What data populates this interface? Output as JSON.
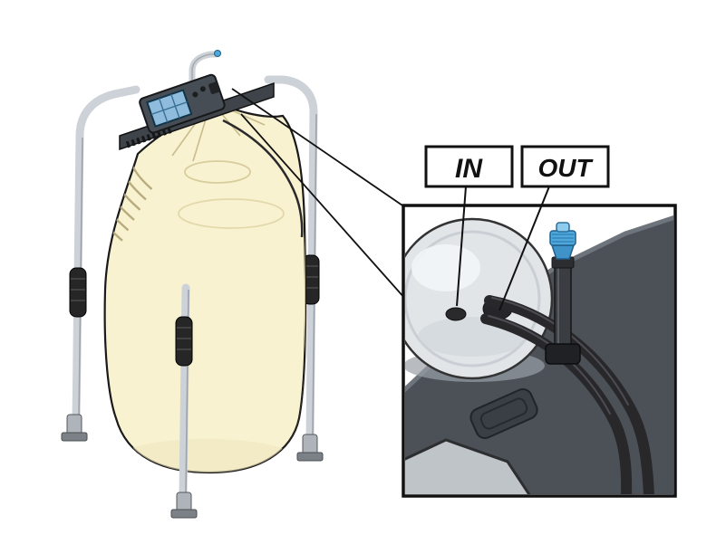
{
  "figure": {
    "type": "technical-illustration",
    "description": "Flexible tank on tube frame with pump head; magnified inset of IN and OUT hose connections",
    "labels": {
      "in": "IN",
      "out": "OUT"
    },
    "colors": {
      "outline": "#1a1a1a",
      "tank_body": "#F8F2D0",
      "tank_shade": "#EDE2B5",
      "tank_line": "#C9BC8C",
      "frame": "#CDD2D8",
      "frame_dark": "#8A9097",
      "grip": "#262626",
      "device_body": "#474D55",
      "device_screen": "#8FBCDC",
      "deck": "#4C5158",
      "deck_edge": "#6E747B",
      "dome": "#E2E5E8",
      "dome_shadow": "#9AA0A6",
      "hose": "#28282B",
      "valve_blue": "#4FA8DC",
      "valve_blue_light": "#8FCBEC",
      "inset_bg": "#FFFFFF"
    }
  }
}
